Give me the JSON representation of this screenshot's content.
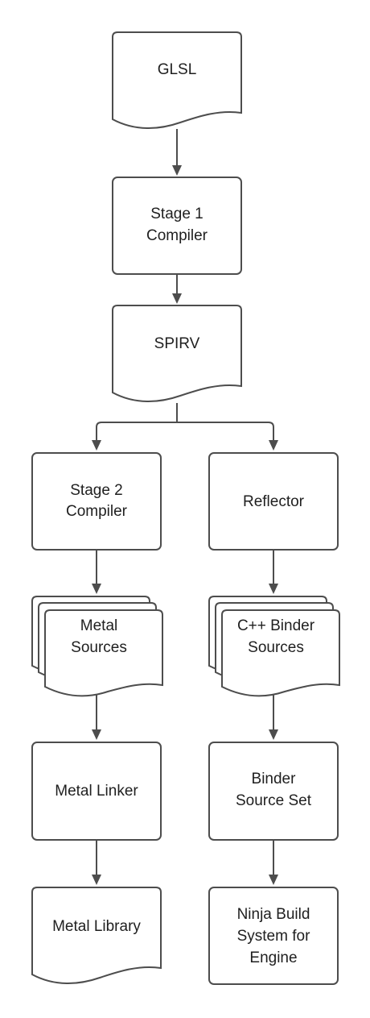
{
  "nodes": {
    "glsl": "GLSL",
    "stage1_line1": "Stage 1",
    "stage1_line2": "Compiler",
    "spirv": "SPIRV",
    "stage2_line1": "Stage 2",
    "stage2_line2": "Compiler",
    "reflector": "Reflector",
    "metal_sources_line1": "Metal",
    "metal_sources_line2": "Sources",
    "cpp_binder_line1": "C++ Binder",
    "cpp_binder_line2": "Sources",
    "metal_linker": "Metal Linker",
    "binder_set_line1": "Binder",
    "binder_set_line2": "Source Set",
    "metal_library": "Metal Library",
    "ninja_line1": "Ninja Build",
    "ninja_line2": "System for",
    "ninja_line3": "Engine"
  },
  "colors": {
    "stroke": "#4d4d4d",
    "fill": "#ffffff",
    "text": "#1f1f1f"
  }
}
